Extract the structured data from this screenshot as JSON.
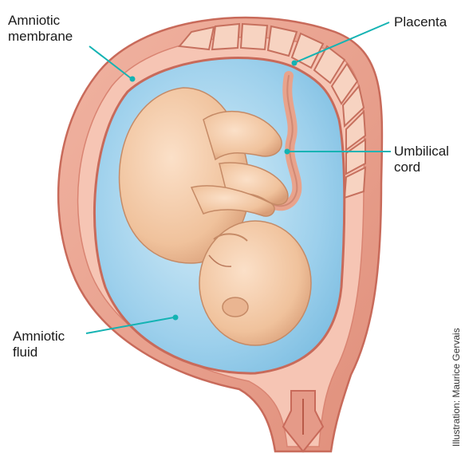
{
  "labels": {
    "amniotic_membrane": [
      "Amniotic",
      "membrane"
    ],
    "placenta": [
      "Placenta"
    ],
    "umbilical_cord": [
      "Umbilical",
      "cord"
    ],
    "amniotic_fluid": [
      "Amniotic",
      "fluid"
    ]
  },
  "credit": "Illustration: Maurice Gervais",
  "colors": {
    "uterus_wall": "#e8a08c",
    "uterus_outline": "#c86a5a",
    "amniotic_fluid": "#8fc8e8",
    "placenta": "#d9826e",
    "fetus_skin": "#f3c9a6",
    "leader_line": "#14b3b3"
  }
}
